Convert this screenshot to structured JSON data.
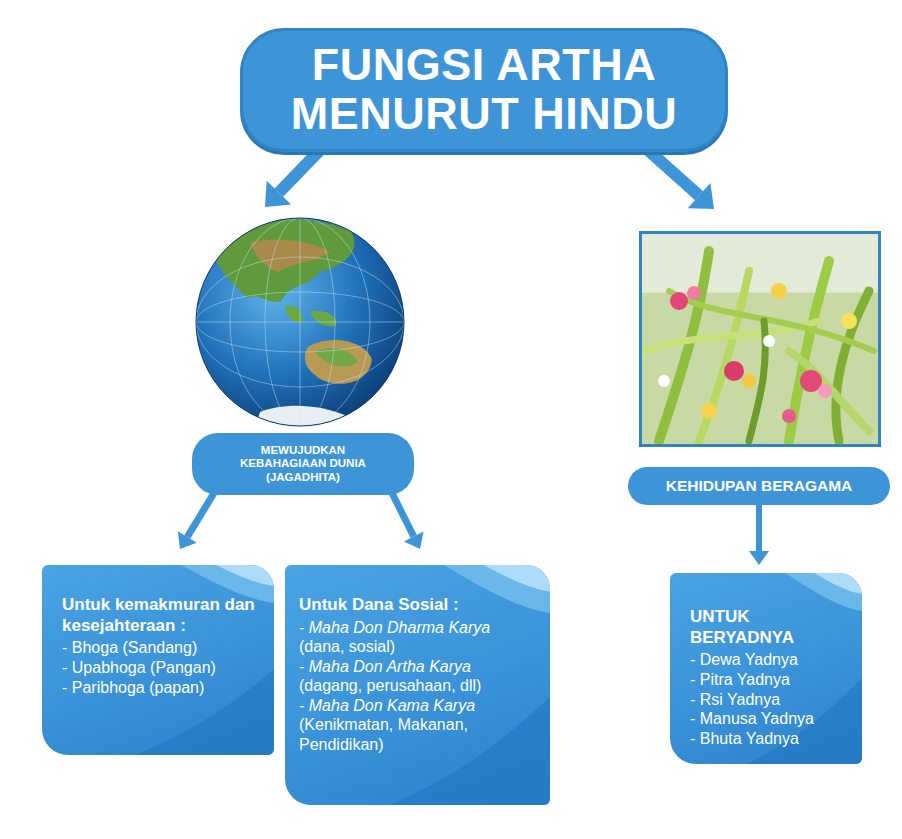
{
  "diagram": {
    "nodes": [
      {
        "text": [
          "FUNGSI ARTHA MENURUT HINDU"
        ]
      },
      {
        "text": [
          "MEWUJUDKAN KEBAHAGIAAN DUNIA (JAGADHITA)"
        ]
      },
      {
        "text": [
          "KEHIDUPAN BERAGAMA"
        ]
      },
      {
        "text": [
          "Untuk kemakmuran dan kesejahteraan :",
          "- Bhoga (Sandang)",
          "- Upabhoga (Pangan)",
          "- Paribhoga (papan)"
        ]
      },
      {
        "text": [
          "Untuk Dana Sosial :",
          "- Maha Don Dharma Karya",
          "(dana, sosial)",
          "- Maha Don Artha Karya",
          "(dagang, perusahaan, dll)",
          "- Maha Don Kama Karya",
          "(Kenikmatan, Makanan, Pendidikan)"
        ]
      },
      {
        "text": [
          "UNTUK BERYADNYA",
          "- Dewa Yadnya",
          "- Pitra Yadnya",
          "- Rsi Yadnya",
          "- Manusa Yadnya",
          "- Bhuta Yadnya"
        ]
      }
    ],
    "edges": [
      {
        "from": 0,
        "to": 1,
        "arrow": "to"
      },
      {
        "from": 0,
        "to": 2,
        "arrow": "to"
      },
      {
        "from": 1,
        "to": 3,
        "arrow": "to"
      },
      {
        "from": 1,
        "to": 4,
        "arrow": "to"
      },
      {
        "from": 2,
        "to": 5,
        "arrow": "to"
      }
    ]
  }
}
